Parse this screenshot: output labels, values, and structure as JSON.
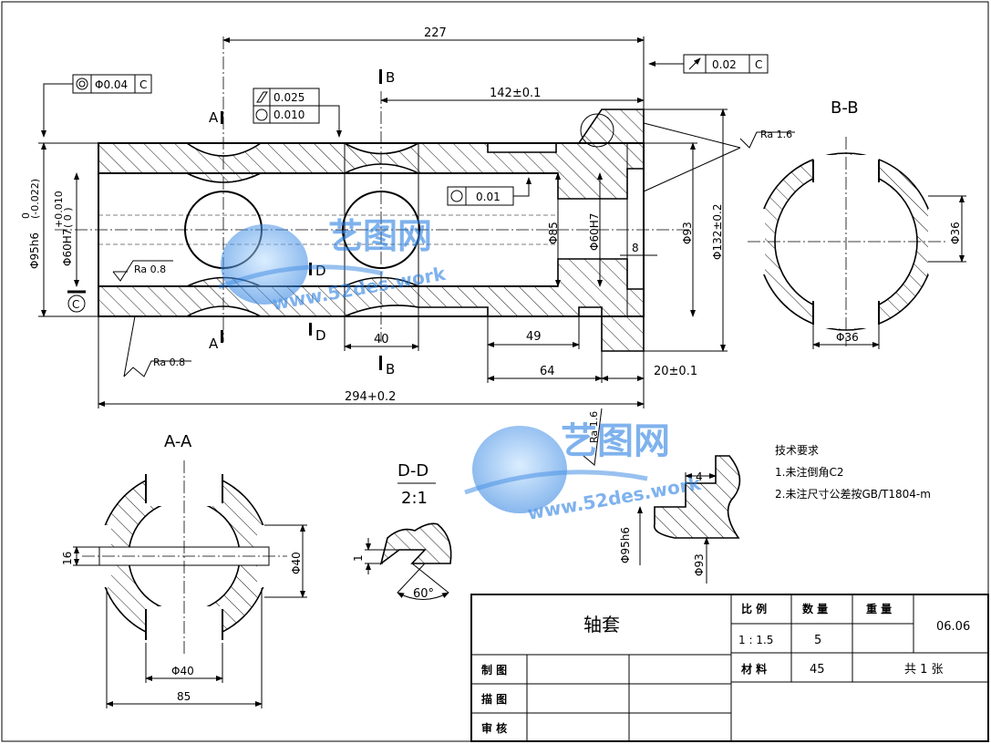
{
  "drawing": {
    "dims": {
      "overall_top": "227",
      "length_142": "142±0.1",
      "total_length": "294+0.2",
      "dim_40": "40",
      "dim_49": "49",
      "dim_64": "64",
      "dim_20": "20±0.1",
      "dim_8": "8",
      "dia_95": "Φ95h6",
      "dia_95_tol": "(-0.022)",
      "dia_95_tol_up": "0",
      "dia_60": "Φ60H7",
      "dia_60_tol": "( 0 )",
      "dia_60_tol_up": "+0.010",
      "dia_85": "Φ85",
      "dia_60_right": "Φ60H7",
      "dia_93": "Φ93",
      "dia_132": "Φ132±0.2"
    },
    "tolerances": {
      "concentricity": {
        "value": "Φ0.04",
        "datum": "C"
      },
      "cylindricity": "0.025",
      "roundness": "0.010",
      "roundness_small": "0.01",
      "runout": {
        "value": "0.02",
        "datum": "C"
      }
    },
    "roughness": {
      "ra_08_a": "Ra 0.8",
      "ra_08_b": "Ra 0.8",
      "ra_16_a": "Ra 1.6",
      "ra_16_b": "Ra 1.6"
    },
    "section_marks": {
      "a": "A",
      "b": "B",
      "d": "D",
      "datum": "C"
    },
    "views": {
      "bb_title": "B-B",
      "bb_dim_36_v": "Φ36",
      "bb_dim_36_h": "Φ36",
      "aa_title": "A-A",
      "aa_dim_16": "16",
      "aa_dim_40_v": "Φ40",
      "aa_dim_40_h": "Φ40",
      "aa_dim_85": "85",
      "dd_title": "D-D",
      "dd_scale": "2:1",
      "dd_dim_1": "1",
      "dd_angle": "60°",
      "detail_dim_4": "4",
      "detail_dia_95": "Φ95h6",
      "detail_dia_93": "Φ93"
    },
    "tech_requirements": {
      "title": "技术要求",
      "item1": "1.未注倒角C2",
      "item2": "2.未注尺寸公差按GB/T1804-m"
    },
    "watermark": {
      "brand": "艺图网",
      "url": "www.52des.work"
    }
  },
  "title_block": {
    "part_name": "轴套",
    "scale_label": "比 例",
    "qty_label": "数 量",
    "weight_label": "重 量",
    "drawing_no": "06.06",
    "scale_value": "1 : 1.5",
    "qty_value": "5",
    "material_label": "材 料",
    "material_value": "45",
    "sheets": "共 1 张",
    "drawn_label": "制 图",
    "traced_label": "描 图",
    "checked_label": "审 核"
  }
}
